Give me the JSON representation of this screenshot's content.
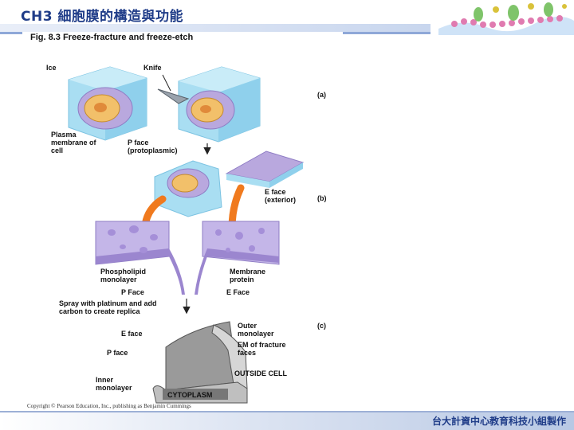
{
  "header": {
    "title": "CH3 細胞膜的構造與功能"
  },
  "figure": {
    "title": "Fig. 8.3  Freeze-fracture and freeze-etch",
    "labels": {
      "ice": "Ice",
      "knife": "Knife",
      "plasma_membrane": "Plasma membrane of cell",
      "p_face_protoplasmic": "P face (protoplasmic)",
      "e_face_exterior": "E face (exterior)",
      "phospholipid_monolayer": "Phospholipid monolayer",
      "membrane_protein": "Membrane protein",
      "p_face": "P Face",
      "e_face": "E Face",
      "spray": "Spray with platinum and add carbon to create replica",
      "e_face_c": "E  face",
      "p_face_c": "P face",
      "outer_monolayer": "Outer monolayer",
      "em_fracture": "EM of fracture faces",
      "outside_cell": "OUTSIDE CELL",
      "inner_monolayer": "Inner monolayer",
      "cytoplasm": "CYTOPLASM"
    },
    "panels": {
      "a": "(a)",
      "b": "(b)",
      "c": "(c)"
    },
    "copyright": "Copyright © Pearson Education, Inc., publishing as Benjamin Cummings"
  },
  "footer": {
    "text": "台大計資中心教育科技小組製作"
  },
  "colors": {
    "title_blue": "#1f3c88",
    "ice_blue": "#a9def2",
    "membrane_purple": "#b9a8de",
    "nucleus_orange": "#f2c06a",
    "arrow_orange": "#f07a1e"
  }
}
